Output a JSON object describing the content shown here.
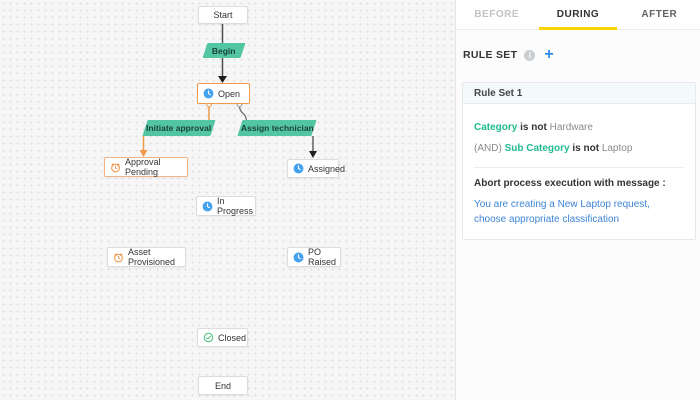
{
  "colors": {
    "highlight_orange": "#ef9a4d",
    "transition_green": "#52c6a3",
    "status_blue": "#45a2ee",
    "success_green": "#43bf76",
    "tab_accent_yellow": "#ffd400",
    "link_blue": "#3d85d6",
    "field_green": "#1fbc8f",
    "add_blue": "#2e8ced"
  },
  "canvas": {
    "nodes": {
      "start": {
        "label": "Start"
      },
      "begin": {
        "label": "Begin"
      },
      "open": {
        "label": "Open",
        "icon": "status-clock-icon"
      },
      "initiate_approval": {
        "label": "Initiate approval"
      },
      "assign_technician": {
        "label": "Assign technician"
      },
      "approval_pending": {
        "label": "Approval Pending",
        "icon": "alarm-clock-icon"
      },
      "assigned": {
        "label": "Assigned",
        "icon": "status-clock-icon"
      },
      "in_progress": {
        "label": "In Progress",
        "icon": "status-clock-icon"
      },
      "asset_provisioned": {
        "label": "Asset Provisioned",
        "icon": "alarm-clock-icon"
      },
      "po_raised": {
        "label": "PO Raised",
        "icon": "status-clock-icon"
      },
      "closed": {
        "label": "Closed",
        "icon": "check-circle-icon"
      },
      "end": {
        "label": "End"
      }
    }
  },
  "panel": {
    "tabs": [
      {
        "label": "BEFORE",
        "active": false
      },
      {
        "label": "DURING",
        "active": true
      },
      {
        "label": "AFTER",
        "active": false
      }
    ],
    "rule_set": {
      "heading": "RULE SET",
      "info_icon_glyph": "i",
      "add_icon_glyph": "+"
    },
    "card": {
      "title": "Rule Set 1",
      "conditions": [
        {
          "prefix": "",
          "field": "Category",
          "operator": "is not",
          "value": "Hardware"
        },
        {
          "prefix": "(AND) ",
          "field": "Sub Category",
          "operator": "is not",
          "value": "Laptop"
        }
      ],
      "action_label": "Abort process execution with message :",
      "message": "You are creating a New Laptop request, choose appropriate classification"
    }
  }
}
